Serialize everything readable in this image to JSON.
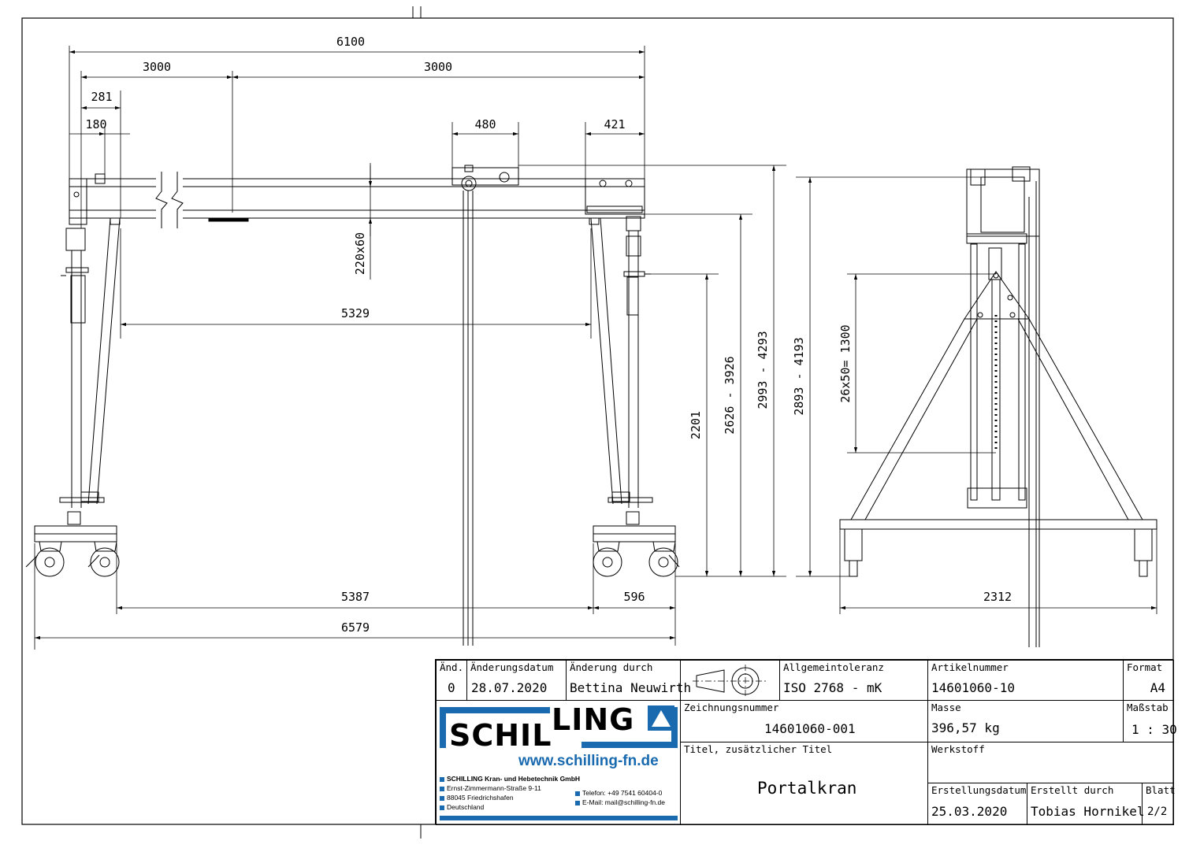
{
  "drawing": {
    "dimensions": {
      "d6100": "6100",
      "d3000a": "3000",
      "d3000b": "3000",
      "d281": "281",
      "d180": "180",
      "d480": "480",
      "d421": "421",
      "d220x60": "220x60",
      "d5329": "5329",
      "d2201": "2201",
      "d2626": "2626 - 3926",
      "d2993": "2993 - 4293",
      "d2893": "2893 - 4193",
      "d26x50": "26x50= 1300",
      "d5387": "5387",
      "d596": "596",
      "d6579": "6579",
      "d2312": "2312"
    }
  },
  "titleblock": {
    "aend_label": "Änd.",
    "aend_value": "0",
    "aenderungsdatum_label": "Änderungsdatum",
    "aenderungsdatum_value": "28.07.2020",
    "aenderung_durch_label": "Änderung durch",
    "aenderung_durch_value": "Bettina Neuwirth",
    "toleranz_label": "Allgemeintoleranz",
    "toleranz_value": "ISO 2768 - mK",
    "artikel_label": "Artikelnummer",
    "artikel_value": "14601060-10",
    "format_label": "Format",
    "format_value": "A4",
    "zeichnung_label": "Zeichnungsnummer",
    "zeichnung_value": "14601060-001",
    "masse_label": "Masse",
    "masse_value": "396,57 kg",
    "massstab_label": "Maßstab",
    "massstab_value": "1 : 30",
    "titel_label": "Titel, zusätzlicher Titel",
    "titel_value": "Portalkran",
    "werkstoff_label": "Werkstoff",
    "erstellungsdatum_label": "Erstellungsdatum",
    "erstellungsdatum_value": "25.03.2020",
    "erstellt_label": "Erstellt durch",
    "erstellt_value": "Tobias Hornikel",
    "blatt_label": "Blatt",
    "blatt_value": "2/2"
  },
  "company": {
    "logo_part1": "SCHIL",
    "logo_part2": "LING",
    "website": "www.schilling-fn.de",
    "name": "SCHILLING Kran- und Hebetechnik GmbH",
    "street": "Ernst-Zimmermann-Straße 9-11",
    "city": "88045 Friedrichshafen",
    "country": "Deutschland",
    "phone": "Telefon: +49 7541 60404-0",
    "email": "E-Mail: mail@schilling-fn.de",
    "colors": {
      "blue": "#1a6ab0",
      "dark": "#000000"
    }
  }
}
